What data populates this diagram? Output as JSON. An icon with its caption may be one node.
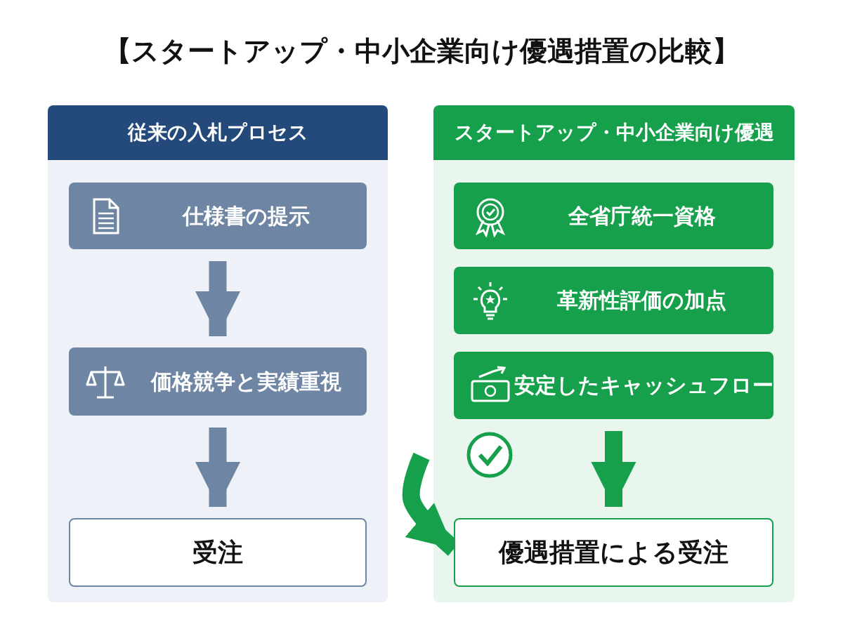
{
  "diagram": {
    "title": "【スタートアップ・中小企業向け優遇措置の比較】",
    "nodes": [
      {
        "text": [
          "従来の入札プロセス"
        ]
      },
      {
        "text": [
          "仕様書の提示"
        ],
        "in": 0
      },
      {
        "text": [
          "価格競争と実績重視"
        ],
        "in": 0
      },
      {
        "text": [
          "受注"
        ],
        "in": 0
      },
      {
        "text": [
          "スタートアップ・中小企業向け優遇"
        ]
      },
      {
        "text": [
          "全省庁統一資格"
        ],
        "in": 4
      },
      {
        "text": [
          "革新性評価の加点"
        ],
        "in": 4
      },
      {
        "text": [
          "安定したキャッシュフロー"
        ],
        "in": 4
      },
      {
        "text": [
          "優遇措置による受注"
        ],
        "in": 4
      }
    ],
    "edges": [
      {
        "from": 1,
        "to": 2,
        "arrow": "to"
      },
      {
        "from": 2,
        "to": 3,
        "arrow": "to"
      },
      {
        "from": 7,
        "to": 8,
        "arrow": "to",
        "color": "#17a04b"
      },
      {
        "from": null,
        "to": 8,
        "arrow": "to",
        "color": "#17a04b"
      }
    ]
  }
}
